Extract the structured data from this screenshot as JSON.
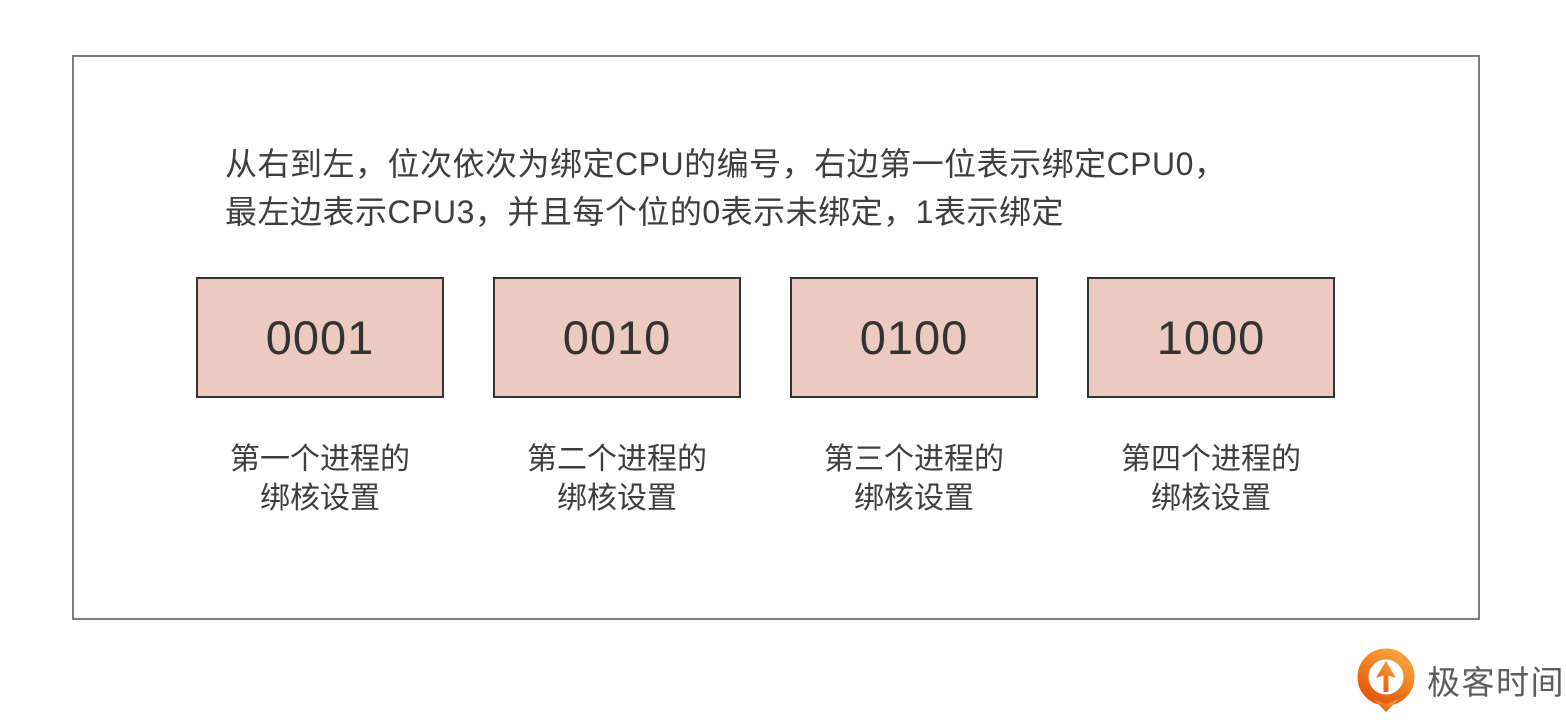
{
  "description": {
    "line1": "从右到左，位次依次为绑定CPU的编号，右边第一位表示绑定CPU0，",
    "line2": "最左边表示CPU3，并且每个位的0表示未绑定，1表示绑定"
  },
  "bitmasks": [
    {
      "value": "0001",
      "label_line1": "第一个进程的",
      "label_line2": "绑核设置"
    },
    {
      "value": "0010",
      "label_line1": "第二个进程的",
      "label_line2": "绑核设置"
    },
    {
      "value": "0100",
      "label_line1": "第三个进程的",
      "label_line2": "绑核设置"
    },
    {
      "value": "1000",
      "label_line1": "第四个进程的",
      "label_line2": "绑核设置"
    }
  ],
  "logo": {
    "text": "极客时间",
    "icon": "geektime-pin-icon"
  },
  "colors": {
    "box_fill": "#ecc9c1",
    "box_border": "#333333",
    "frame_border": "#7e7e7e",
    "text": "#3e3e3e",
    "logo_text": "#5c5c5c",
    "logo_orange_light": "#f7a23d",
    "logo_orange_dark": "#e4560e"
  }
}
